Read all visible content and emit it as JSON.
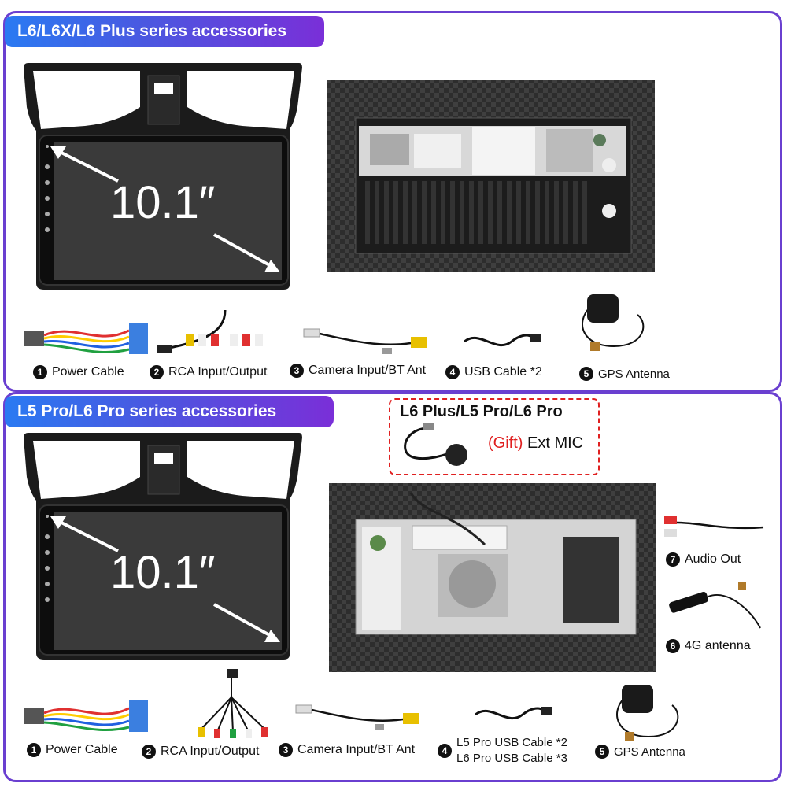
{
  "section1": {
    "title": "L6/L6X/L6 Plus series accessories",
    "screen_size": "10.1″",
    "accessories": [
      {
        "num": "1",
        "label": "Power Cable"
      },
      {
        "num": "2",
        "label": "RCA Input/Output"
      },
      {
        "num": "3",
        "label": "Camera Input/BT Ant"
      },
      {
        "num": "4",
        "label": "USB Cable *2"
      },
      {
        "num": "5",
        "label": "GPS Antenna"
      }
    ]
  },
  "section2": {
    "title": "L5 Pro/L6 Pro series accessories",
    "screen_size": "10.1″",
    "gift": {
      "models": "L6 Plus/L5 Pro/L6 Pro",
      "gift_tag": "(Gift)",
      "item": "Ext MIC"
    },
    "accessories": [
      {
        "num": "1",
        "label": "Power Cable"
      },
      {
        "num": "2",
        "label": "RCA Input/Output"
      },
      {
        "num": "3",
        "label": "Camera Input/BT Ant"
      },
      {
        "num": "4",
        "label": "L5 Pro USB Cable *2",
        "label2": "L6 Pro USB Cable *3"
      },
      {
        "num": "5",
        "label": "GPS Antenna"
      },
      {
        "num": "6",
        "label": "4G antenna"
      },
      {
        "num": "7",
        "label": "Audio Out"
      }
    ]
  },
  "colors": {
    "accent": "#6a3fd0",
    "gift": "#e02020",
    "banner_start": "#2a7af2",
    "banner_end": "#7a2fd8"
  }
}
